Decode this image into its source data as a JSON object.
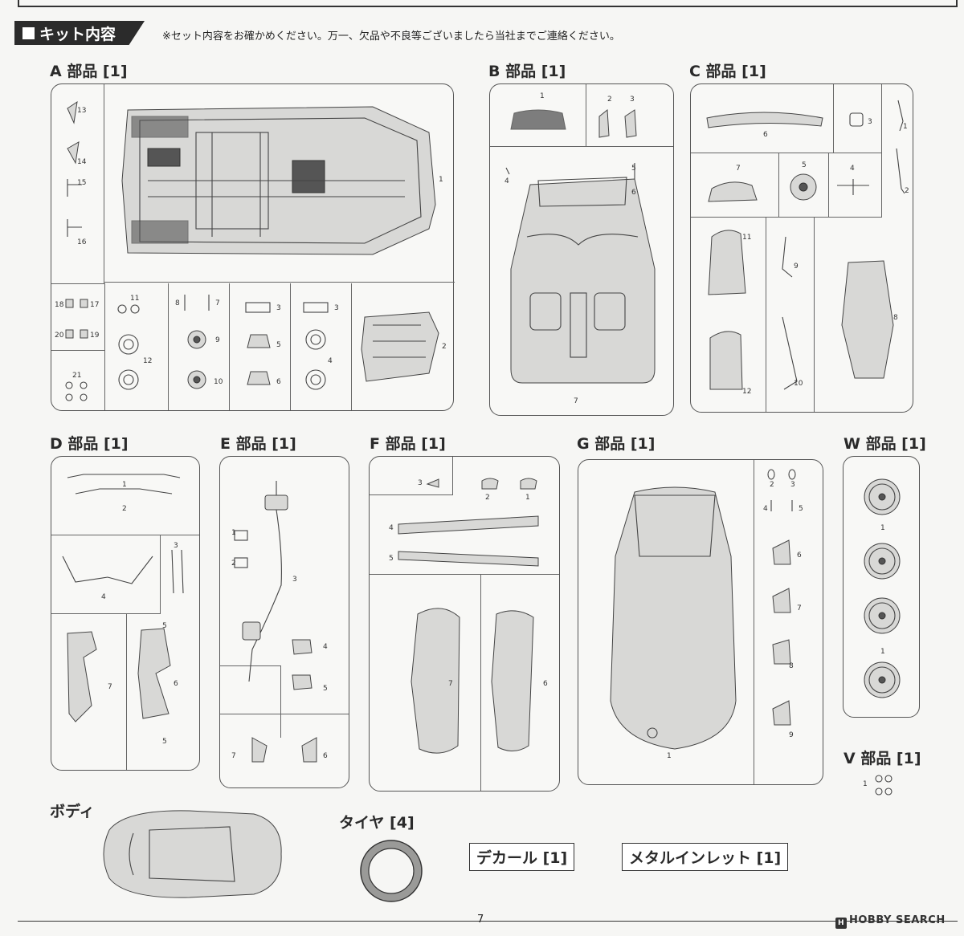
{
  "header": {
    "title": "キット内容",
    "note": "※セット内容をお確かめください。万一、欠品や不良等ございましたら当社までご連絡ください。"
  },
  "runners": {
    "A": "A 部品 [1]",
    "B": "B 部品 [1]",
    "C": "C 部品 [1]",
    "D": "D 部品 [1]",
    "E": "E 部品 [1]",
    "F": "F 部品 [1]",
    "G": "G 部品 [1]",
    "W": "W 部品 [1]",
    "V": "V 部品 [1]"
  },
  "extras": {
    "body": "ボディ",
    "tires": "タイヤ [4]",
    "decal": "デカール [1]",
    "metal_inlet": "メタルインレット [1]"
  },
  "part_numbers": {
    "A": [
      "13",
      "14",
      "15",
      "16",
      "1",
      "18",
      "17",
      "20",
      "19",
      "21",
      "11",
      "12",
      "8",
      "7",
      "9",
      "10",
      "3",
      "5",
      "6",
      "3",
      "4",
      "2"
    ],
    "B": [
      "1",
      "2",
      "3",
      "4",
      "5",
      "6",
      "7"
    ],
    "C": [
      "6",
      "3",
      "1",
      "7",
      "5",
      "4",
      "2",
      "11",
      "9",
      "8",
      "12",
      "10"
    ],
    "D": [
      "1",
      "2",
      "4",
      "3",
      "7",
      "5",
      "6",
      "5"
    ],
    "E": [
      "1",
      "2",
      "3",
      "4",
      "5",
      "7",
      "6"
    ],
    "F": [
      "3",
      "2",
      "1",
      "4",
      "5",
      "7",
      "6"
    ],
    "G": [
      "2",
      "3",
      "4",
      "5",
      "6",
      "7",
      "8",
      "9",
      "1"
    ],
    "W": [
      "1",
      "1"
    ],
    "V": [
      "1"
    ]
  },
  "footer": {
    "page": "7",
    "watermark": "HOBBY SEARCH"
  }
}
